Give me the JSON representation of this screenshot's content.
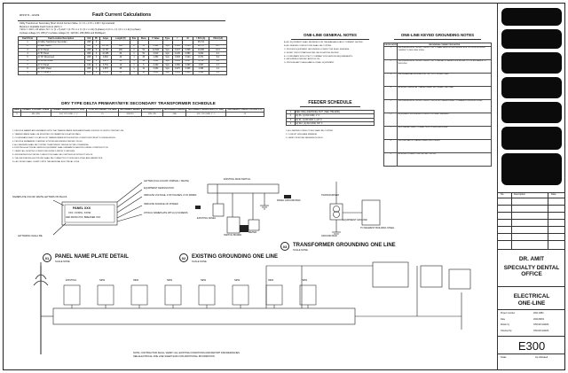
{
  "fault_table": {
    "project_ref": "MPF3774 - 12/4/09",
    "title": "Fault Current Calculations",
    "note_lines": [
      "Utility Transformer Secondary Short Circuit Current Value, In = 9 + 1.73 + 1.08 = Symmetrical",
      "Maximum Available Fault Current (AFC) =",
      "I SCA = I AFC x M     where:  M = 1 / (1 + f)  and  f = (1.73 x L x I) / (C x n x E)  (3-phase)  or  (2 x L x I) / (C x n x E)  (1-phase)",
      "3-phase voltage (V): 208 (Y)   1-phase voltage (V): 120   Min. 208 (BAS and Multilayer)"
    ],
    "columns": [
      "Fault Point",
      "Fault Location Description",
      "Volt",
      "Ph",
      "Amps",
      "Length (ft)",
      "Size",
      "Runs",
      "C Value",
      "Type",
      "f",
      "M",
      "I SCA (A)",
      "I SCA (kA)"
    ],
    "rows": [
      [
        "1",
        "At Utility Transformer Secondary",
        "208",
        "3",
        "",
        "",
        "",
        "",
        "",
        "",
        "",
        "",
        "25,741",
        ""
      ],
      [
        "2",
        "At Main Switch",
        "208",
        "3",
        "25,741",
        "400",
        "2",
        "13",
        "6,924",
        "Sym",
        "1.020",
        "0.495",
        "12,737",
        "12.7"
      ],
      [
        "3",
        "At \"A\" Panel",
        "208",
        "3",
        "12,737",
        "200",
        "2",
        "52",
        "12,843",
        "Sym",
        "0.237",
        "0.808",
        "10,295",
        "10.3"
      ],
      [
        "4",
        "At \"B\" Panel",
        "208",
        "3",
        "10,295",
        "60",
        "1",
        "50",
        "4,510",
        "Sym",
        "0.136",
        "0.880",
        "9,062",
        "9.1"
      ],
      [
        "5",
        "At \"ID\" Disconnect",
        "208",
        "3",
        "9,062",
        "20",
        "1",
        "45",
        "4,350",
        "Sym",
        "0.083",
        "0.924",
        "8,371",
        "8.4"
      ],
      [
        "6",
        "At 15 kVA XFMR",
        "208",
        "3",
        "8,371",
        "15",
        "1",
        "12",
        "1,620",
        "Sym",
        "0.239",
        "0.807",
        "6,754",
        "6.8"
      ],
      [
        "7",
        "At \"C\" Panel",
        "120",
        "1",
        "6,754",
        "10",
        "1",
        "6",
        "2,290",
        "Sym",
        "0.450",
        "0.690",
        "4,657",
        "4.7"
      ],
      [
        "8",
        "At \"RP1\" Panel",
        "208",
        "3",
        "4,657",
        "25",
        "1",
        "10",
        "3,250",
        "Sym",
        "0.070",
        "0.935",
        "4,354",
        "4.4"
      ],
      [
        "9",
        "At \"H\" Panel 2",
        "208",
        "3",
        "4,354",
        "40",
        "1",
        "10",
        "3,250",
        "Sym",
        "0.099",
        "0.910",
        "3,962",
        "4.0"
      ]
    ]
  },
  "transformer_schedule": {
    "title": "DRY TYPE DELTA PRIMARY/WYE SECONDARY TRANSFORMER SCHEDULE",
    "columns": [
      "MARK",
      "PRIMARY VOLTAGE / PHASE",
      "PRIMARY FEEDER SIZE (CU, XHH)",
      "TOTAL SECONDARY VOLTAGE",
      "SECONDARY WIRING",
      "SECONDARY OCPD",
      "SECONDARY FEEDER",
      "SECONDARY FEEDER SIZE (CU, XHH)",
      "GROUNDING CONDUCTOR SIZE (CU)"
    ],
    "row": [
      "T1",
      "480, 3PH",
      "3#6, 1#10 GND, 1\" C",
      "15",
      "208/120",
      "3PH, 4W",
      "60A",
      "4#6, 1#10 GND, 1\" C",
      "#8"
    ]
  },
  "general_notes_block": {
    "lines": [
      "1. PROVIDE NAMEPLATE ENGRAVED WITH THE TRANSFORMER DESIGNATION AND SOURCE OF SUPPLY PER NEC 450.",
      "2. TRANSFORMER SHALL BE MOUNTED ON VIBRATION ISOLATION PADS.",
      "3. COORDINATE EXACT LOCATION OF TRANSFORMER WITH EXISTING CONDITIONS PRIOR TO INSTALLATION.",
      "4. PROVIDE SEPARATELY DERIVED SYSTEM GROUNDING PER NEC 250.30.",
      "5. ALL FEEDERS SHALL BE COPPER, THHN/THWN-2 UNLESS NOTED OTHERWISE.",
      "6. EXISTING ELECTRICAL SERVICE EQUIPMENT SHALL REMAIN IN SERVICE DURING CONSTRUCTION.",
      "7. VERIFY ALL EXISTING CONDITIONS IN FIELD PRIOR TO BIDDING.",
      "8. GROUNDING ELECTRODE CONDUCTOR SHALL BE CONTINUOUS WITHOUT SPLICE.",
      "9. THE GROUNDING ELECTRODE SHALL BE CONNECTED TO BUILDING STEEL AND WATER PIPE.",
      "10. ALL WORK SHALL COMPLY WITH THE NATIONAL ELECTRICAL CODE."
    ]
  },
  "one_line_general_notes": {
    "title": "ONE-LINE GENERAL NOTES",
    "lines": [
      "A. ALL EQUIPMENT SHALL BE RATED FOR THE AVAILABLE FAULT CURRENT SHOWN.",
      "B. ALL FEEDER CONDUCTORS SHALL BE COPPER.",
      "C. PROVIDE EQUIPMENT GROUNDING CONDUCTOR IN ALL FEEDERS.",
      "D. SHORT CIRCUIT RATINGS PER CALCULATIONS SHOWN.",
      "E. COORDINATE WITH UTILITY COMPANY FOR SERVICE REQUIREMENTS.",
      "F. GROUNDING PER NEC ARTICLE 250.",
      "G. PROVIDE ARC FLASH LABELS ON ALL EQUIPMENT."
    ]
  },
  "feeder_schedule": {
    "title": "FEEDER SCHEDULE",
    "rows": [
      [
        "1",
        "SEE ONE-LINE/PANEL SCH. (SEE THE E301)"
      ],
      [
        "2",
        "(4) #6, (1) #10 GND, 1\" C"
      ],
      [
        "3",
        "(4) #1, (1) #6 GND, 1-1/2\" C"
      ],
      [
        "4",
        "(2) #12, (1) #12 GND, 3/4\" C"
      ]
    ],
    "notes": [
      "1. ALL FEEDER CONDUCTORS SHALL BE COPPER.",
      "2. CONDUIT SIZES ARE MINIMUM.",
      "3. VERIFY EXISTING FEEDERS IN FIELD."
    ]
  },
  "keyed_notes": {
    "title": "ONE-LINE KEYED GROUNDING NOTES",
    "col_headers": [
      "KEYED NOTE",
      "GROUNDING CONNECTION NOTES"
    ],
    "notes": [
      [
        "1",
        "GROUNDING ELECTRODE CONDUCTOR TO MAIN SERVICE GROUNDING BUS. PROVIDE BONDING JUMPER TO BUILDING STEEL."
      ],
      [
        "2",
        "GROUNDING ELECTRODE CONDUCTOR TO METALLIC WATER PIPE WITHIN 5 FT OF ENTRANCE TO BUILDING."
      ],
      [
        "3",
        "SUPPLEMENTAL GROUND ROD. 3/4\" x 10' COPPER CLAD."
      ],
      [
        "4",
        "BONDING JUMPER AT TRANSFORMER SECONDARY NEUTRAL."
      ],
      [
        "5",
        "GROUNDING ELECTRODE CONDUCTOR FROM TRANSFORMER TO NEAREST BUILDING STEEL."
      ],
      [
        "6",
        "EQUIPMENT GROUNDING CONDUCTOR IN ALL FEEDERS."
      ],
      [
        "7",
        "EXOTHERMIC WELD CONNECTION TO BUILDING STEEL."
      ],
      [
        "8",
        "GROUND BAR IN TRANSFORMER ENCLOSURE."
      ],
      [
        "9",
        "BONDING CONNECTION PER NEC 250.104."
      ]
    ]
  },
  "diagrams": {
    "d1_number": "01",
    "d1_title": "PANEL NAME PLATE DETAIL",
    "d1_scale": "SCALE NONE",
    "d1_panel_label": "PANEL XXX",
    "d1_panel_line2": "XXX / XXXPH, XXXW",
    "d1_panel_line3": "FED FROM XXX, BREAKER XXX",
    "d1_callouts": [
      "NAMEPLATE COLOR: WHITE LETTERS ON BLACK",
      "LETTER (FULLCOLOR: NORMAL / WHITE)",
      "EQUIPMENT DESIGNATION",
      "INDICATE VOLTAGE, # OF PHASES, # OF WIRES",
      "INDICATE SOURCE OF POWER",
      "ATTACH NAMEPLATE WITH (4) SCREWS",
      "LETTERING SHALL BE"
    ],
    "d2_number": "02",
    "d2_title": "EXISTING GROUNDING ONE LINE",
    "d2_scale": "SCALE NONE",
    "d2_labels": [
      "EXISTING MAIN SWITCH",
      "EXISTING PANEL",
      "SWITCH BOARD",
      "METER",
      "PANEL GROUND BAR"
    ],
    "d3_number": "03",
    "d3_title": "TRANSFORMER GROUNDING ONE LINE",
    "d3_scale": "SCALE NONE",
    "d3_labels": [
      "TRANSFORMER",
      "EQUIPMENT GROUND",
      "TO NEAREST BUILDING STEEL",
      "GROUND BAR"
    ],
    "bottom_labels": [
      "EXISTING",
      "NEW",
      "NEW",
      "NEW",
      "NEW",
      "NEW",
      "NEW",
      "NEW"
    ],
    "bottom_note": "NOTE: CONTRACTOR SHALL VERIFY ALL EXISTING CONDITIONS AND REPORT DISCREPANCIES.",
    "bottom_note2": "SEE ELECTRICAL ONE LINE SHEET E301 FOR ADDITIONAL INFORMATION."
  },
  "title_block": {
    "rev_header": [
      "No.",
      "Description",
      "Date"
    ],
    "client": "DR. AMIT",
    "project": "SPECIALTY DENTAL OFFICE",
    "sheet_title_line1": "ELECTRICAL",
    "sheet_title_line2": "ONE-LINE",
    "fields": [
      [
        "Project number",
        "2021-0084"
      ],
      [
        "Date",
        "2021/08/04"
      ],
      [
        "Drawn by",
        "OSCAR GARZA"
      ],
      [
        "Checked by",
        "OSCAR GARZA"
      ]
    ],
    "sheet_number": "E300",
    "scale_label": "Scale",
    "plot_date": "As indicated"
  },
  "colors": {
    "ink": "#222222",
    "redaction": "#0b0b0b",
    "paper": "#ffffff"
  }
}
